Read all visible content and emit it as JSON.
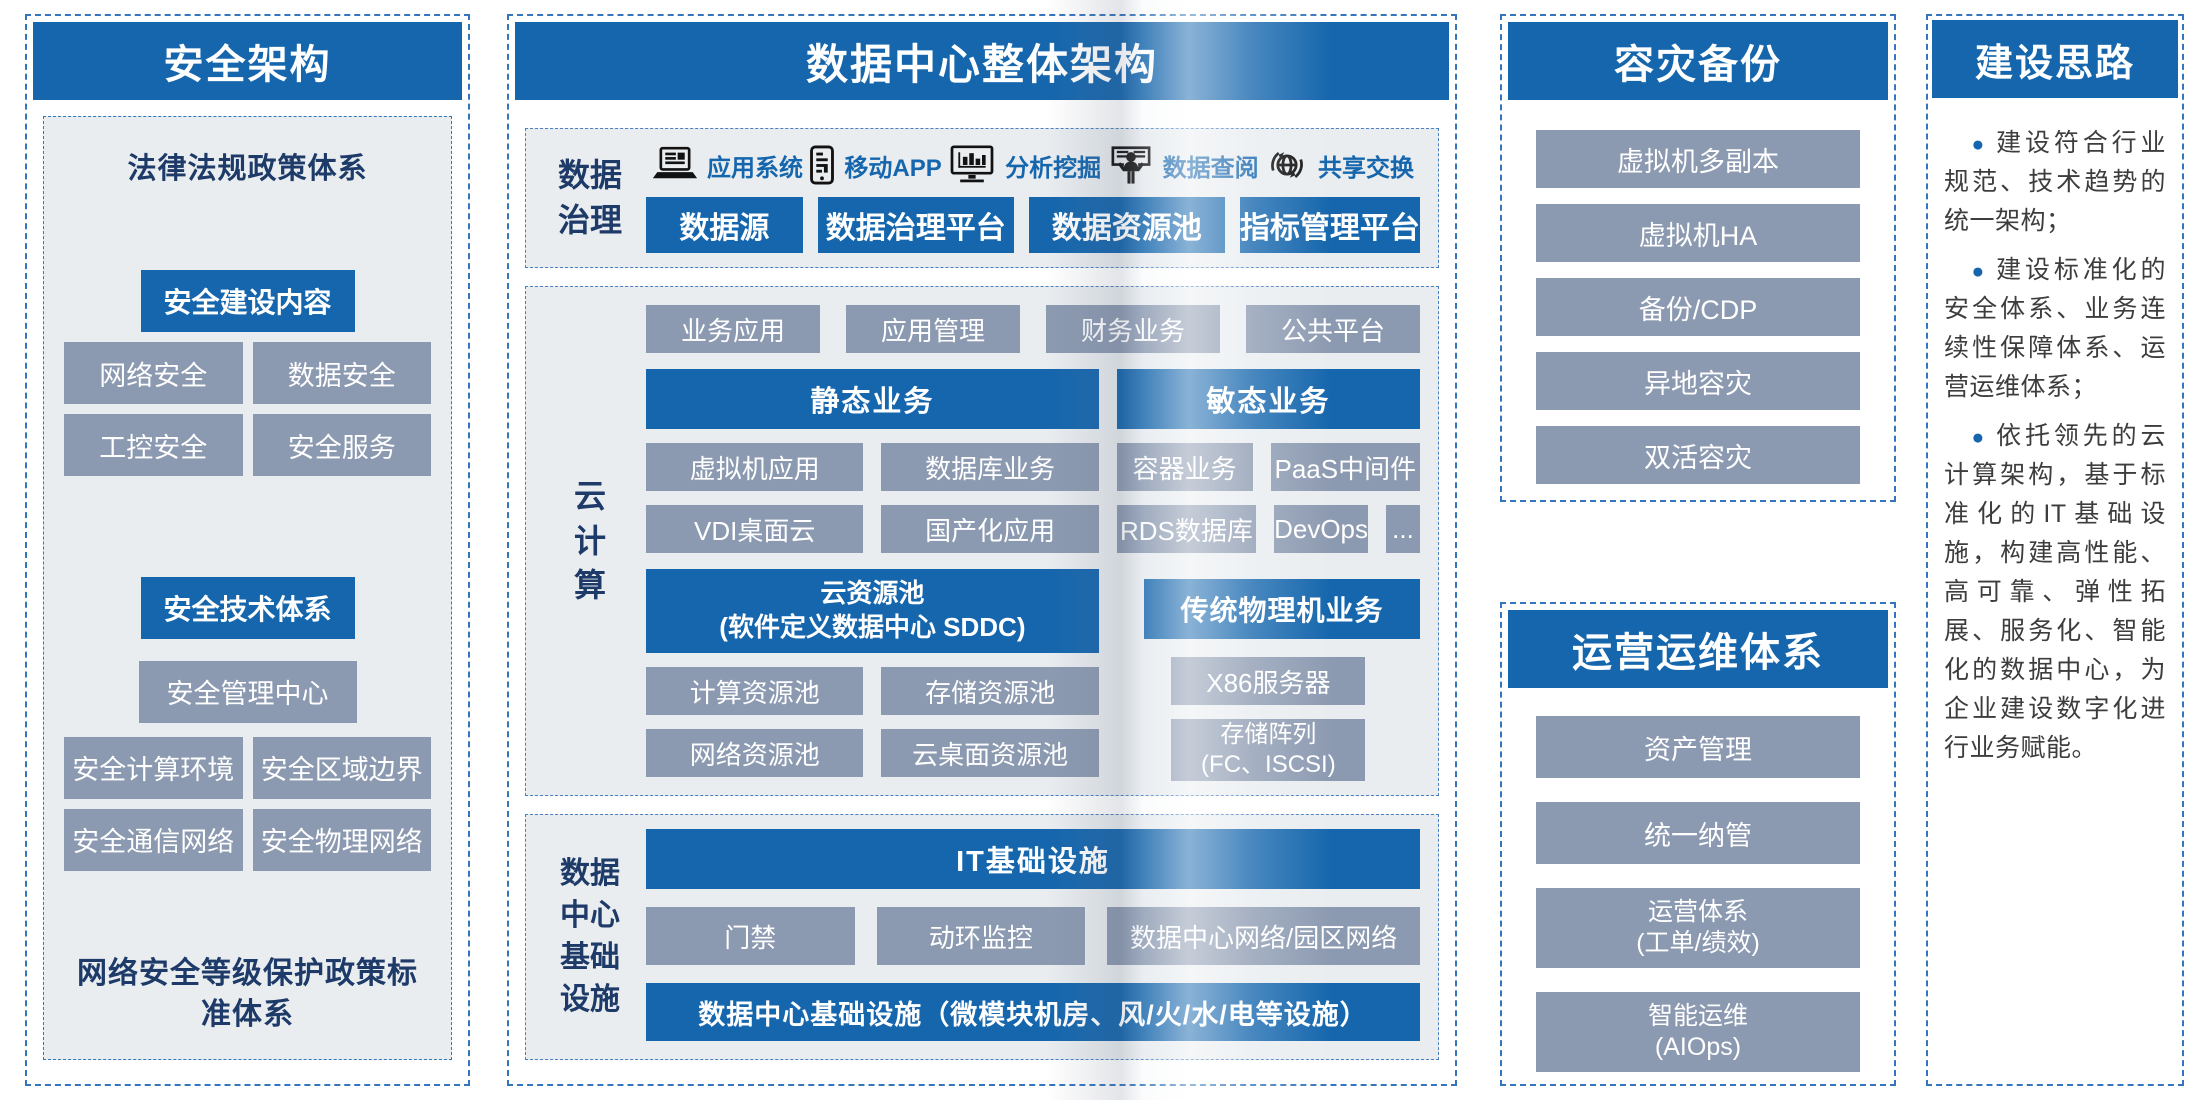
{
  "colors": {
    "accent_blue": "#1566ad",
    "gray_box": "#8c9ab1",
    "panel_background": "#e9edf0",
    "navy_text": "#1d3a68",
    "dashed_border": "#3376bd",
    "body_text": "#3d3d3d"
  },
  "security": {
    "title": "安全架构",
    "law_heading": "法律法规政策体系",
    "build_header": "安全建设内容",
    "build_items": [
      "网络安全",
      "数据安全",
      "工控安全",
      "安全服务"
    ],
    "tech_header": "安全技术体系",
    "tech_center": "安全管理中心",
    "tech_items": [
      "安全计算环境",
      "安全区域边界",
      "安全通信网络",
      "安全物理网络"
    ],
    "bottom_heading": "网络安全等级保护政策标准体系"
  },
  "datacenter": {
    "title": "数据中心整体架构",
    "governance": {
      "label": "数据\n治理",
      "apps": [
        {
          "icon": "laptop",
          "label": "应用系统"
        },
        {
          "icon": "mobile",
          "label": "移动APP"
        },
        {
          "icon": "monitor-chart",
          "label": "分析挖掘"
        },
        {
          "icon": "presenter",
          "label": "数据查阅"
        },
        {
          "icon": "globe-sync",
          "label": "共享交换"
        }
      ],
      "boxes": [
        "数据源",
        "数据治理平台",
        "数据资源池",
        "指标管理平台"
      ]
    },
    "cloud": {
      "label": "云\n计\n算",
      "app_row": [
        "业务应用",
        "应用管理",
        "财务业务",
        "公共平台"
      ],
      "static_header": "静态业务",
      "agile_header": "敏态业务",
      "static_rows": [
        [
          "虚拟机应用",
          "数据库业务"
        ],
        [
          "VDI桌面云",
          "国产化应用"
        ]
      ],
      "agile_row1": [
        "容器业务",
        "PaaS中间件"
      ],
      "agile_row2": [
        "RDS数据库",
        "DevOps",
        "..."
      ],
      "pool_header": "云资源池\n(软件定义数据中心 SDDC)",
      "pool_rows": [
        [
          "计算资源池",
          "存储资源池"
        ],
        [
          "网络资源池",
          "云桌面资源池"
        ]
      ],
      "physical_header": "传统物理机业务",
      "physical_items": [
        "X86服务器",
        "存储阵列\n(FC、ISCSI)"
      ]
    },
    "infra": {
      "label": "数据\n中心\n基础\n设施",
      "it_header": "IT基础设施",
      "items": [
        "门禁",
        "动环监控",
        "数据中心网络/园区网络"
      ],
      "bottom": "数据中心基础设施（微模块机房、风/火/水/电等设施）"
    }
  },
  "dr": {
    "title": "容灾备份",
    "items": [
      "虚拟机多副本",
      "虚拟机HA",
      "备份/CDP",
      "异地容灾",
      "双活容灾"
    ]
  },
  "ops": {
    "title": "运营运维体系",
    "items": [
      "资产管理",
      "统一纳管",
      "运营体系\n(工单/绩效)",
      "智能运维\n(AIOps)"
    ]
  },
  "ideas": {
    "title": "建设思路",
    "bullets": [
      "建设符合行业规范、技术趋势的统一架构；",
      "建设标准化的安全体系、业务连续性保障体系、运营运维体系；",
      "依托领先的云计算架构，基于标准化的IT基础设施，构建高性能、高可靠、弹性拓展、服务化、智能化的数据中心，为企业建设数字化进行业务赋能。"
    ]
  }
}
